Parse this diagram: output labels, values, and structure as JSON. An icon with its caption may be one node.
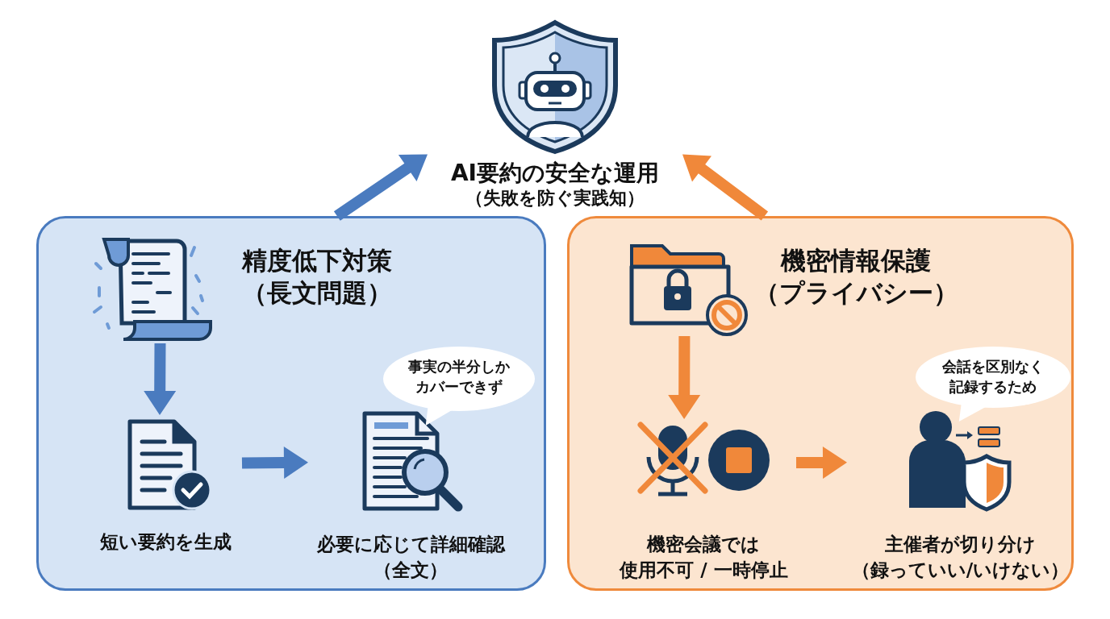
{
  "diagram": {
    "nodes": [
      {
        "text": [
          "AI要約の安全な運用",
          "（失敗を防ぐ実践知）"
        ]
      },
      {
        "text": [
          "精度低下対策",
          "（長文問題）"
        ]
      },
      {
        "text": [],
        "shape": "picture",
        "in": 1
      },
      {
        "text": [
          "短い要約を生成"
        ],
        "in": 1
      },
      {
        "text": [
          "必要に応じて詳細確認（全文）"
        ],
        "in": 1
      },
      {
        "text": [
          "事実の半分しかカバーできず"
        ],
        "in": 1
      },
      {
        "text": [
          "機密情報保護",
          "（プライバシー）"
        ]
      },
      {
        "text": [],
        "shape": "picture",
        "in": 6
      },
      {
        "text": [
          "機密会議では使用不可 / 一時停止"
        ],
        "in": 6
      },
      {
        "text": [
          "主催者が切り分け（録っていい/いけない）"
        ],
        "in": 6
      },
      {
        "text": [
          "会話を区別なく記録するため"
        ],
        "in": 6
      }
    ],
    "edges": [
      {
        "from": 1,
        "to": 0,
        "arrow": "to",
        "color": "#4a7bbf"
      },
      {
        "from": 6,
        "to": 0,
        "arrow": "to",
        "color": "#f0883a"
      },
      {
        "from": 2,
        "to": 3,
        "arrow": "to",
        "color": "#4a7bbf"
      },
      {
        "from": 3,
        "to": 4,
        "arrow": "to",
        "color": "#4a7bbf"
      },
      {
        "from": 7,
        "to": 8,
        "arrow": "to",
        "color": "#f0883a"
      },
      {
        "from": 8,
        "to": 9,
        "arrow": "to",
        "color": "#f0883a"
      }
    ]
  }
}
